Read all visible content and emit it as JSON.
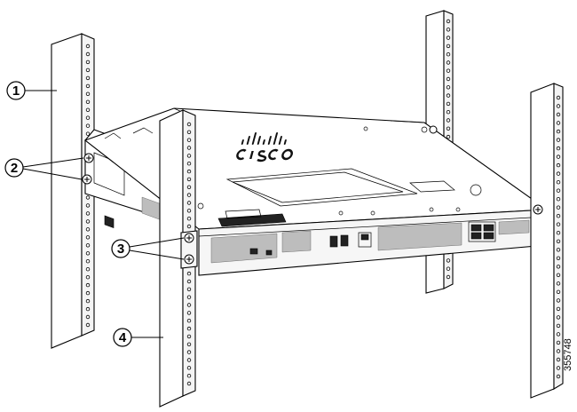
{
  "figure": {
    "figure_number": "355748"
  },
  "callouts": [
    {
      "number": "1",
      "part": "rack-post"
    },
    {
      "number": "2",
      "part": "rear-bracket-screws"
    },
    {
      "number": "3",
      "part": "front-bracket-screws"
    },
    {
      "number": "4",
      "part": "rack-post"
    }
  ],
  "icons": {
    "logo": "cisco-logo-icon",
    "screw": "screw-icon"
  },
  "colors": {
    "line": "#000000",
    "background": "#ffffff"
  }
}
